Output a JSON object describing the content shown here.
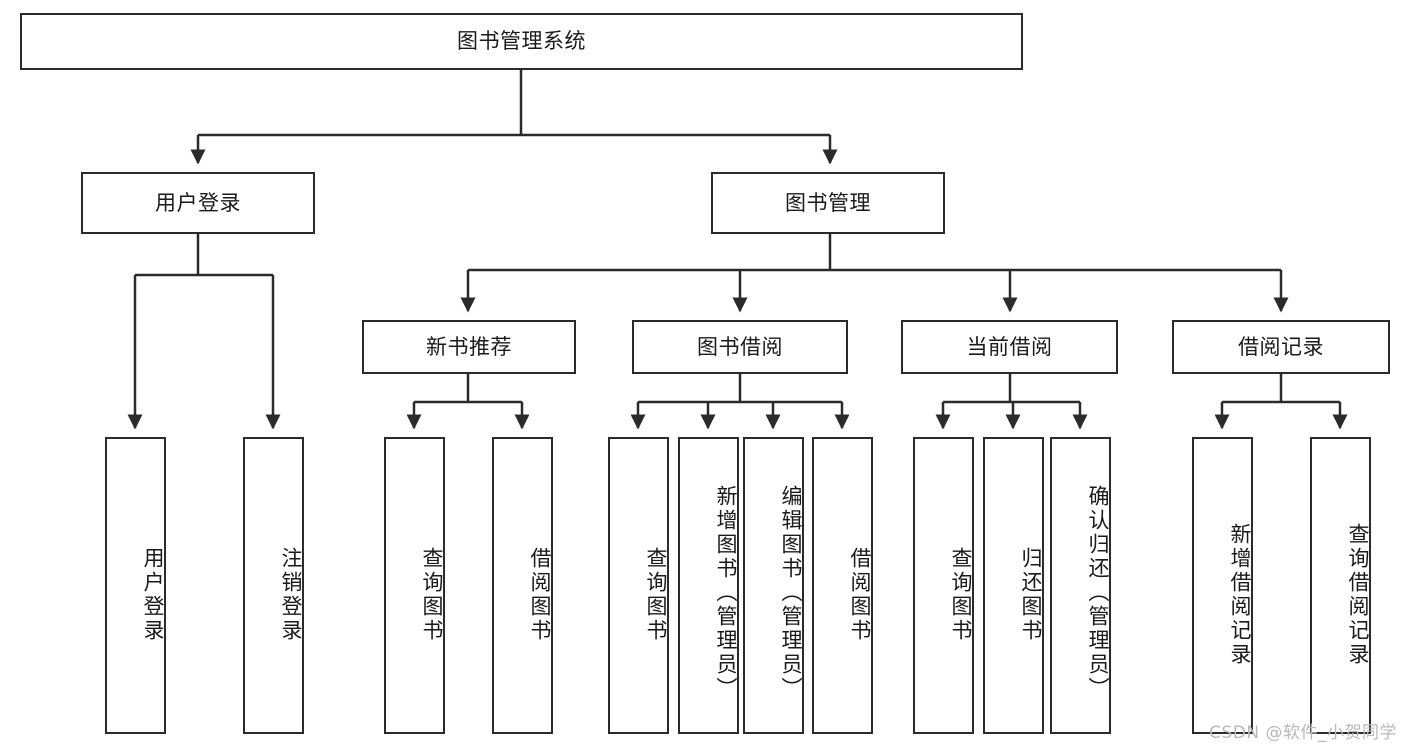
{
  "diagram": {
    "title": "图书管理系统",
    "type": "tree-hierarchy-chart",
    "root": {
      "label": "图书管理系统"
    },
    "level2": [
      {
        "label": "用户登录"
      },
      {
        "label": "图书管理"
      }
    ],
    "level3": [
      {
        "label": "新书推荐"
      },
      {
        "label": "图书借阅"
      },
      {
        "label": "当前借阅"
      },
      {
        "label": "借阅记录"
      }
    ],
    "leaves": {
      "user_login": [
        {
          "label": "用户登录"
        },
        {
          "label": "注销登录"
        }
      ],
      "new_book_recommend": [
        {
          "label": "查询图书"
        },
        {
          "label": "借阅图书"
        }
      ],
      "book_borrow": [
        {
          "label": "查询图书"
        },
        {
          "label": "新增图书（管理员）"
        },
        {
          "label": "编辑图书（管理员）"
        },
        {
          "label": "借阅图书"
        }
      ],
      "current_borrow": [
        {
          "label": "查询图书"
        },
        {
          "label": "归还图书"
        },
        {
          "label": "确认归还（管理员）"
        }
      ],
      "borrow_record": [
        {
          "label": "新增借阅记录"
        },
        {
          "label": "查询借阅记录"
        }
      ]
    }
  },
  "watermark": {
    "text": "CSDN @软件_小贺同学"
  },
  "colors": {
    "box_border": "#2b2b2b",
    "box_fill": "#ffffff",
    "edge": "#2b2b2b",
    "text": "#1a1a1a",
    "watermark": "#b9b9b9"
  }
}
